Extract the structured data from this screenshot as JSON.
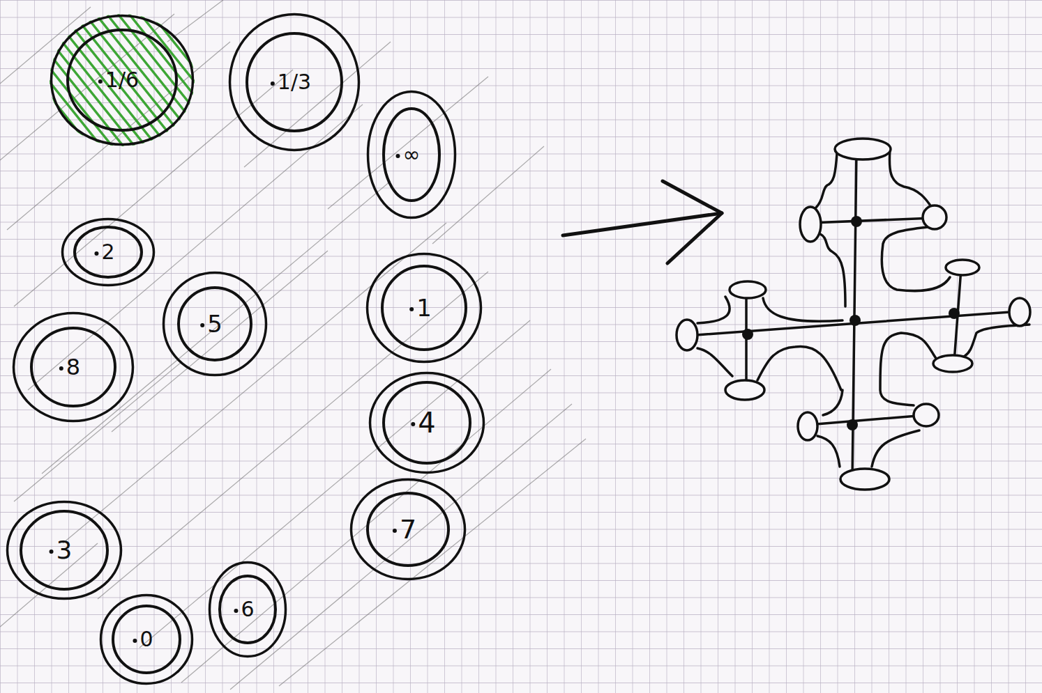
{
  "diagram": {
    "nodes": [
      {
        "text": [
          "1/6"
        ]
      },
      {
        "text": [
          "1/3"
        ]
      },
      {
        "text": [
          "∞"
        ]
      },
      {
        "text": [
          "2"
        ]
      },
      {
        "text": [
          "8"
        ]
      },
      {
        "text": [
          "5"
        ]
      },
      {
        "text": [
          "1"
        ]
      },
      {
        "text": [
          "4"
        ]
      },
      {
        "text": [
          "7"
        ]
      },
      {
        "text": [
          "3"
        ]
      },
      {
        "text": [
          "0"
        ]
      },
      {
        "text": [
          "6"
        ]
      }
    ]
  }
}
